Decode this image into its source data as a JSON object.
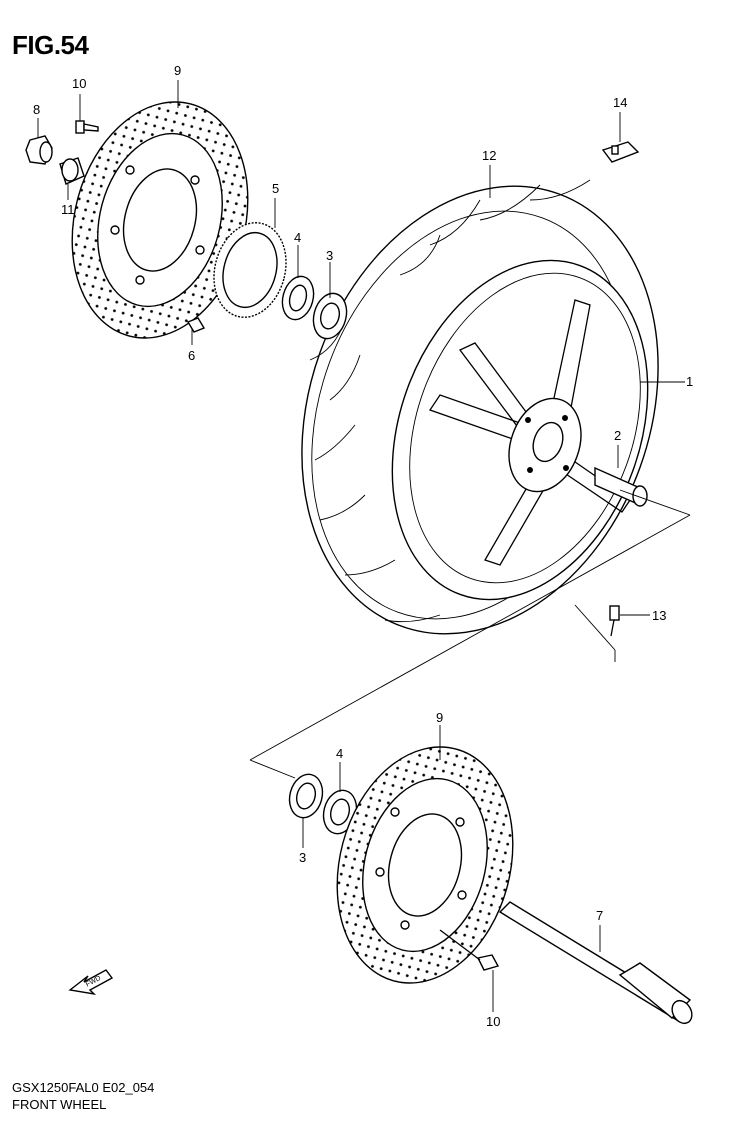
{
  "figure": {
    "title": "FIG.54",
    "model_code": "GSX1250FAL0 E02_054",
    "section": "FRONT WHEEL"
  },
  "fwd_arrow_label": "FWD",
  "callouts": [
    {
      "id": "c1",
      "label": "1"
    },
    {
      "id": "c2",
      "label": "2"
    },
    {
      "id": "c3a",
      "label": "3"
    },
    {
      "id": "c3b",
      "label": "3"
    },
    {
      "id": "c4a",
      "label": "4"
    },
    {
      "id": "c4b",
      "label": "4"
    },
    {
      "id": "c5",
      "label": "5"
    },
    {
      "id": "c6",
      "label": "6"
    },
    {
      "id": "c7",
      "label": "7"
    },
    {
      "id": "c8",
      "label": "8"
    },
    {
      "id": "c9a",
      "label": "9"
    },
    {
      "id": "c9b",
      "label": "9"
    },
    {
      "id": "c10a",
      "label": "10"
    },
    {
      "id": "c10b",
      "label": "10"
    },
    {
      "id": "c11",
      "label": "11"
    },
    {
      "id": "c12",
      "label": "12"
    },
    {
      "id": "c13",
      "label": "13"
    },
    {
      "id": "c14",
      "label": "14"
    }
  ]
}
